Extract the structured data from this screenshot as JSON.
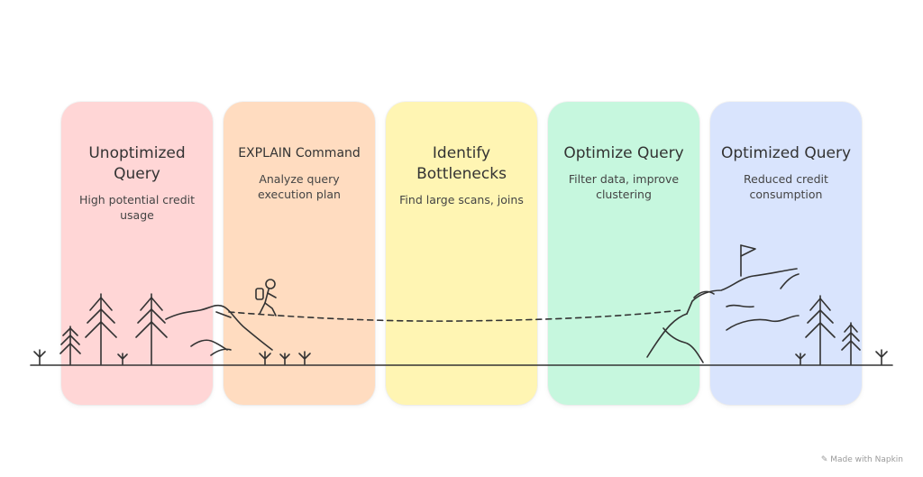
{
  "steps": [
    {
      "title": "Unoptimized Query",
      "description": "High potential credit usage"
    },
    {
      "title": "EXPLAIN Command",
      "description": "Analyze query execution plan"
    },
    {
      "title": "Identify Bottlenecks",
      "description": "Find large scans, joins"
    },
    {
      "title": "Optimize Query",
      "description": "Filter data, improve clustering"
    },
    {
      "title": "Optimized Query",
      "description": "Reduced credit consumption"
    }
  ],
  "colors": {
    "step1": "#ffd6d6",
    "step2": "#ffdcc0",
    "step3": "#fff5b3",
    "step4": "#c6f7de",
    "step5": "#d9e4fd",
    "ink": "#333333"
  },
  "footer": {
    "text": "Made with Napkin",
    "icon": "napkin-icon"
  }
}
